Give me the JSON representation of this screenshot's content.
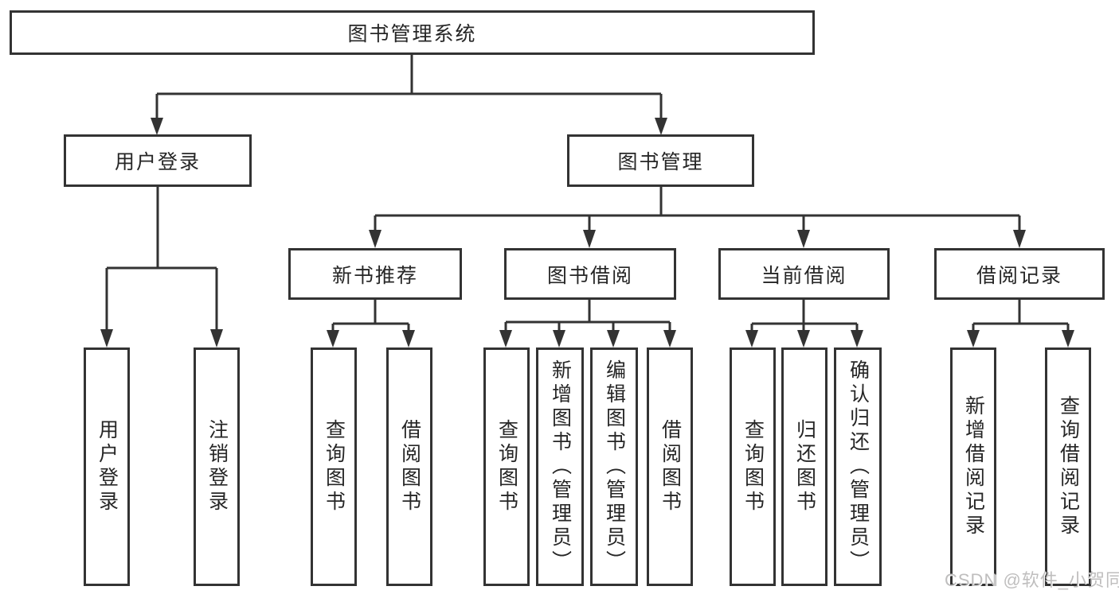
{
  "title": {
    "label": "图书管理系统"
  },
  "level2": [
    {
      "label": "用户登录"
    },
    {
      "label": "图书管理"
    }
  ],
  "level3": [
    {
      "label": "新书推荐"
    },
    {
      "label": "图书借阅"
    },
    {
      "label": "当前借阅"
    },
    {
      "label": "借阅记录"
    }
  ],
  "leaves": {
    "login": [
      "用户登录",
      "注销登录"
    ],
    "recommend": [
      "查询图书",
      "借阅图书"
    ],
    "borrow": [
      "查询图书",
      "新增图书（管理员）",
      "编辑图书（管理员）",
      "借阅图书"
    ],
    "current": [
      "查询图书",
      "归还图书",
      "确认归还（管理员）"
    ],
    "record": [
      "新增借阅记录",
      "查询借阅记录"
    ]
  },
  "watermark": {
    "text": "CSDN @软件_小贺同学"
  },
  "colors": {
    "line": "#333333",
    "text": "#262626",
    "watermark": "#bfbebe"
  }
}
